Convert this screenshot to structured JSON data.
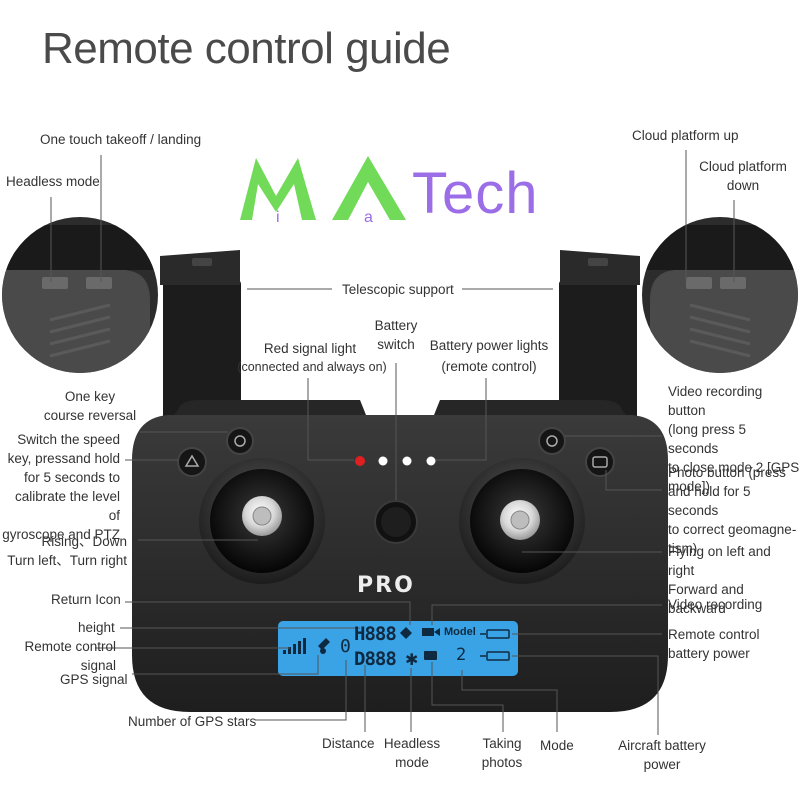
{
  "title": "Remote control guide",
  "logo": {
    "letters": [
      "M",
      "i",
      "a"
    ],
    "word": "Tech"
  },
  "device": {
    "badge": "PRO"
  },
  "lcd": {
    "h_readout": "H888",
    "d_readout": "D888",
    "model_label": "Model",
    "mode_value": "2",
    "gps_count": "0"
  },
  "labels": {
    "one_touch": "One touch takeoff / landing",
    "headless_mode": "Headless mode",
    "cloud_up": "Cloud platform up",
    "cloud_down": "Cloud platform\ndown",
    "telescopic": "Telescopic support",
    "battery_switch": "Battery\nswitch",
    "red_light": "Red signal light",
    "red_light_sub": "(connected and always on)",
    "battery_lights": "Battery power lights",
    "battery_lights_sub": "(remote control)",
    "course_reversal": "One key\ncourse reversal",
    "speed_key": "Switch the speed\nkey, pressand hold\nfor 5 seconds to\ncalibrate the level of\ngyroscope and PTZ",
    "rising": "Rising、Down\nTurn left、Turn right",
    "video_button": "Video recording button\n(long press 5 seconds\nto close mode 2 [GPS\nmode])",
    "photo_button": "Photo button (press\nand hold for 5 seconds\nto correct geomagne-\ntism)",
    "flying": "Flying on left and right\nForward and backward",
    "return_icon": "Return Icon",
    "height": "height",
    "rc_signal": "Remote control\nsignal",
    "gps_signal": "GPS signal",
    "gps_stars": "Number of GPS stars",
    "distance": "Distance",
    "headless": "Headless\nmode",
    "taking_photos": "Taking\nphotos",
    "mode": "Mode",
    "video_recording": "Video recording",
    "rc_battery": "Remote control\nbattery power",
    "aircraft_battery": "Aircraft battery\npower"
  },
  "colors": {
    "lcd": "#3aa3e6",
    "logo_green": "#69d84f",
    "logo_purple": "#9b6ee8",
    "red_led": "#e02020"
  }
}
